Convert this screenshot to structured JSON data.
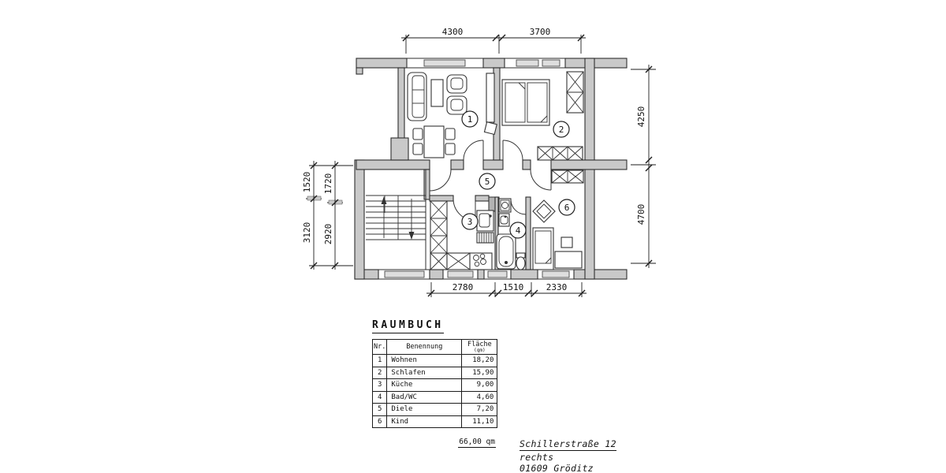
{
  "plan": {
    "room_labels": [
      "1",
      "2",
      "3",
      "4",
      "5",
      "6"
    ]
  },
  "dimensions": {
    "top": [
      "4300",
      "3700"
    ],
    "right": [
      "4250",
      "4700"
    ],
    "left_outer": [
      "1520",
      "3120"
    ],
    "left_inner": [
      "1720",
      "2920"
    ],
    "bottom": [
      "2780",
      "1510",
      "2330"
    ]
  },
  "raumbuch": {
    "title": "RAUMBUCH",
    "columns": {
      "nr": "Nr.",
      "name": "Benennung",
      "area_line1": "Fläche",
      "area_line2": "(qm)"
    },
    "rows": [
      {
        "nr": "1",
        "name": "Wohnen",
        "area": "18,20"
      },
      {
        "nr": "2",
        "name": "Schlafen",
        "area": "15,90"
      },
      {
        "nr": "3",
        "name": "Küche",
        "area": "9,00"
      },
      {
        "nr": "4",
        "name": "Bad/WC",
        "area": "4,60"
      },
      {
        "nr": "5",
        "name": "Diele",
        "area": "7,20"
      },
      {
        "nr": "6",
        "name": "Kind",
        "area": "11,10"
      }
    ],
    "total": "66,00 qm"
  },
  "address": {
    "street": "Schillerstraße 12",
    "side": "rechts",
    "city": "01609 Gröditz"
  }
}
